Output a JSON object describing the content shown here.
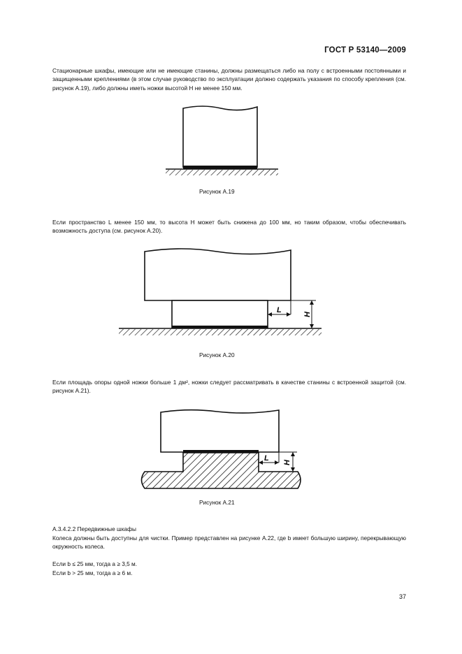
{
  "header": {
    "standard": "ГОСТ Р 53140—2009"
  },
  "paragraphs": {
    "p1": "Стационарные шкафы, имеющие или не имеющие станины, должны размещаться либо на полу с встроенными постоянными и защищенными креплениями (в этом случае руководство по эксплуатации должно содержать указания по способу крепления (см. рисунок А.19), либо должны иметь ножки высотой H не менее 150 мм.",
    "p2": "Если пространство L менее 150 мм, то высота H может быть снижена до 100 мм, но таким образом, чтобы обеспечивать возможность доступа (см. рисунок А.20).",
    "p3": "Если площадь опоры одной ножки больше 1 дм², ножки следует рассматривать в качестве станины с встроенной защитой (см. рисунок А.21)."
  },
  "figures": {
    "a19": {
      "caption": "Рисунок А.19"
    },
    "a20": {
      "caption": "Рисунок А.20",
      "label_l": "L",
      "label_h": "H"
    },
    "a21": {
      "caption": "Рисунок А.21",
      "label_l": "L",
      "label_h": "H"
    }
  },
  "section": {
    "heading": "А.3.4.2.2  Передвижные шкафы",
    "text": "Колеса должны быть доступны для чистки. Пример представлен на рисунке А.22, где b имеет большую ширину, перекрывающую окружность колеса.",
    "cond1": "Если b ≤ 25 мм, тогда a ≥ 3,5 м.",
    "cond2": "Если b > 25 мм, тогда a ≥ 6 м."
  },
  "footer": {
    "page_number": "37"
  }
}
